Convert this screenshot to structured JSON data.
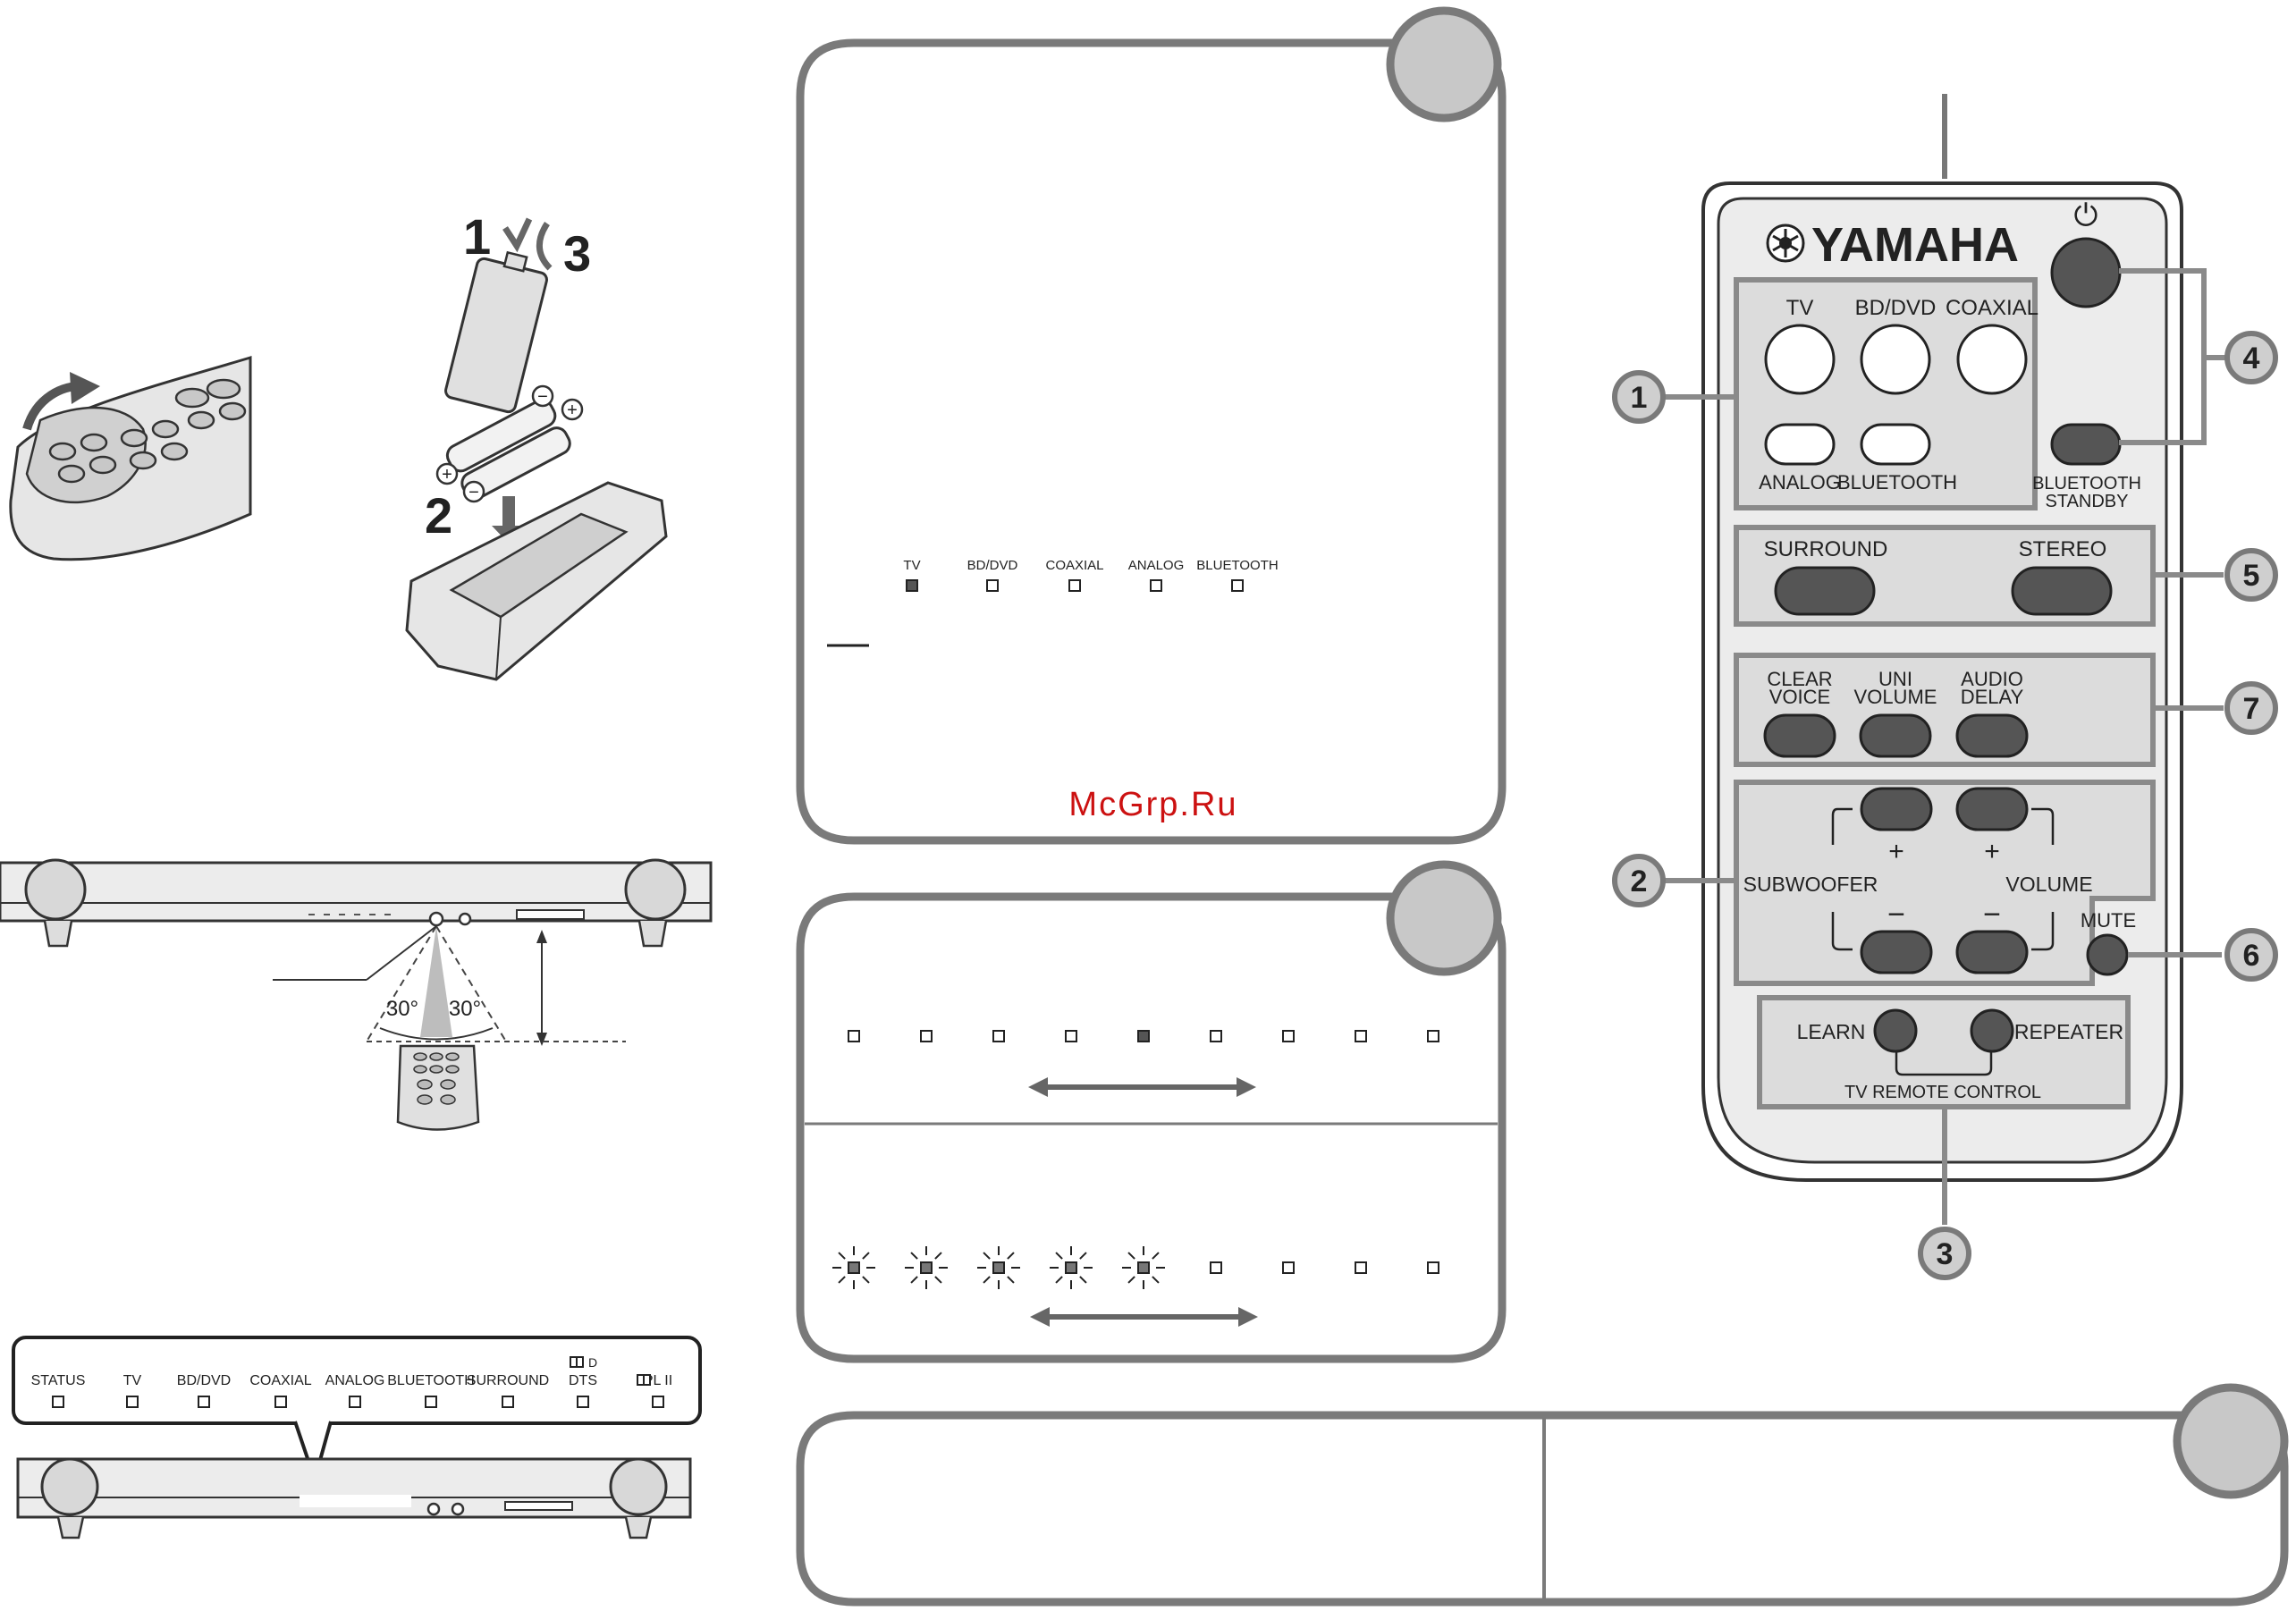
{
  "battery_steps": {
    "step1": "1",
    "step2": "2",
    "step3": "3"
  },
  "battery_polarity": {
    "plus_a": "+",
    "plus_b": "+",
    "minus_a": "−",
    "minus_b": "−"
  },
  "range_diagram": {
    "angle_left": "30°",
    "angle_right": "30°"
  },
  "input_panel": {
    "indicators": [
      {
        "label": "TV",
        "lit": true
      },
      {
        "label": "BD/DVD",
        "lit": false
      },
      {
        "label": "COAXIAL",
        "lit": false
      },
      {
        "label": "ANALOG",
        "lit": false
      },
      {
        "label": "BLUETOOTH",
        "lit": false
      }
    ]
  },
  "volume_panel": {
    "row1_lit_index": 4,
    "row2_blinking_count": 5,
    "indicator_count": 9
  },
  "watermark": "McGrp.Ru",
  "front_display": {
    "indicators": [
      "STATUS",
      "TV",
      "BD/DVD",
      "COAXIAL",
      "ANALOG",
      "BLUETOOTH",
      "SURROUND",
      "DTS",
      "PL II"
    ],
    "dolby_digital_mark": "D"
  },
  "remote": {
    "brand": "YAMAHA",
    "power_symbol": "⏻",
    "input_buttons": [
      "TV",
      "BD/DVD",
      "COAXIAL",
      "ANALOG",
      "BLUETOOTH"
    ],
    "bluetooth_standby": [
      "BLUETOOTH",
      "STANDBY"
    ],
    "surround": "SURROUND",
    "stereo": "STEREO",
    "clear_voice": [
      "CLEAR",
      "VOICE"
    ],
    "uni_volume": [
      "UNI",
      "VOLUME"
    ],
    "audio_delay": [
      "AUDIO",
      "DELAY"
    ],
    "subwoofer": "SUBWOOFER",
    "volume": "VOLUME",
    "plus": "+",
    "minus": "−",
    "mute": "MUTE",
    "learn": "LEARN",
    "repeater": "REPEATER",
    "tv_remote_control": "TV REMOTE CONTROL"
  },
  "callouts": [
    "1",
    "2",
    "3",
    "4",
    "5",
    "6",
    "7"
  ]
}
